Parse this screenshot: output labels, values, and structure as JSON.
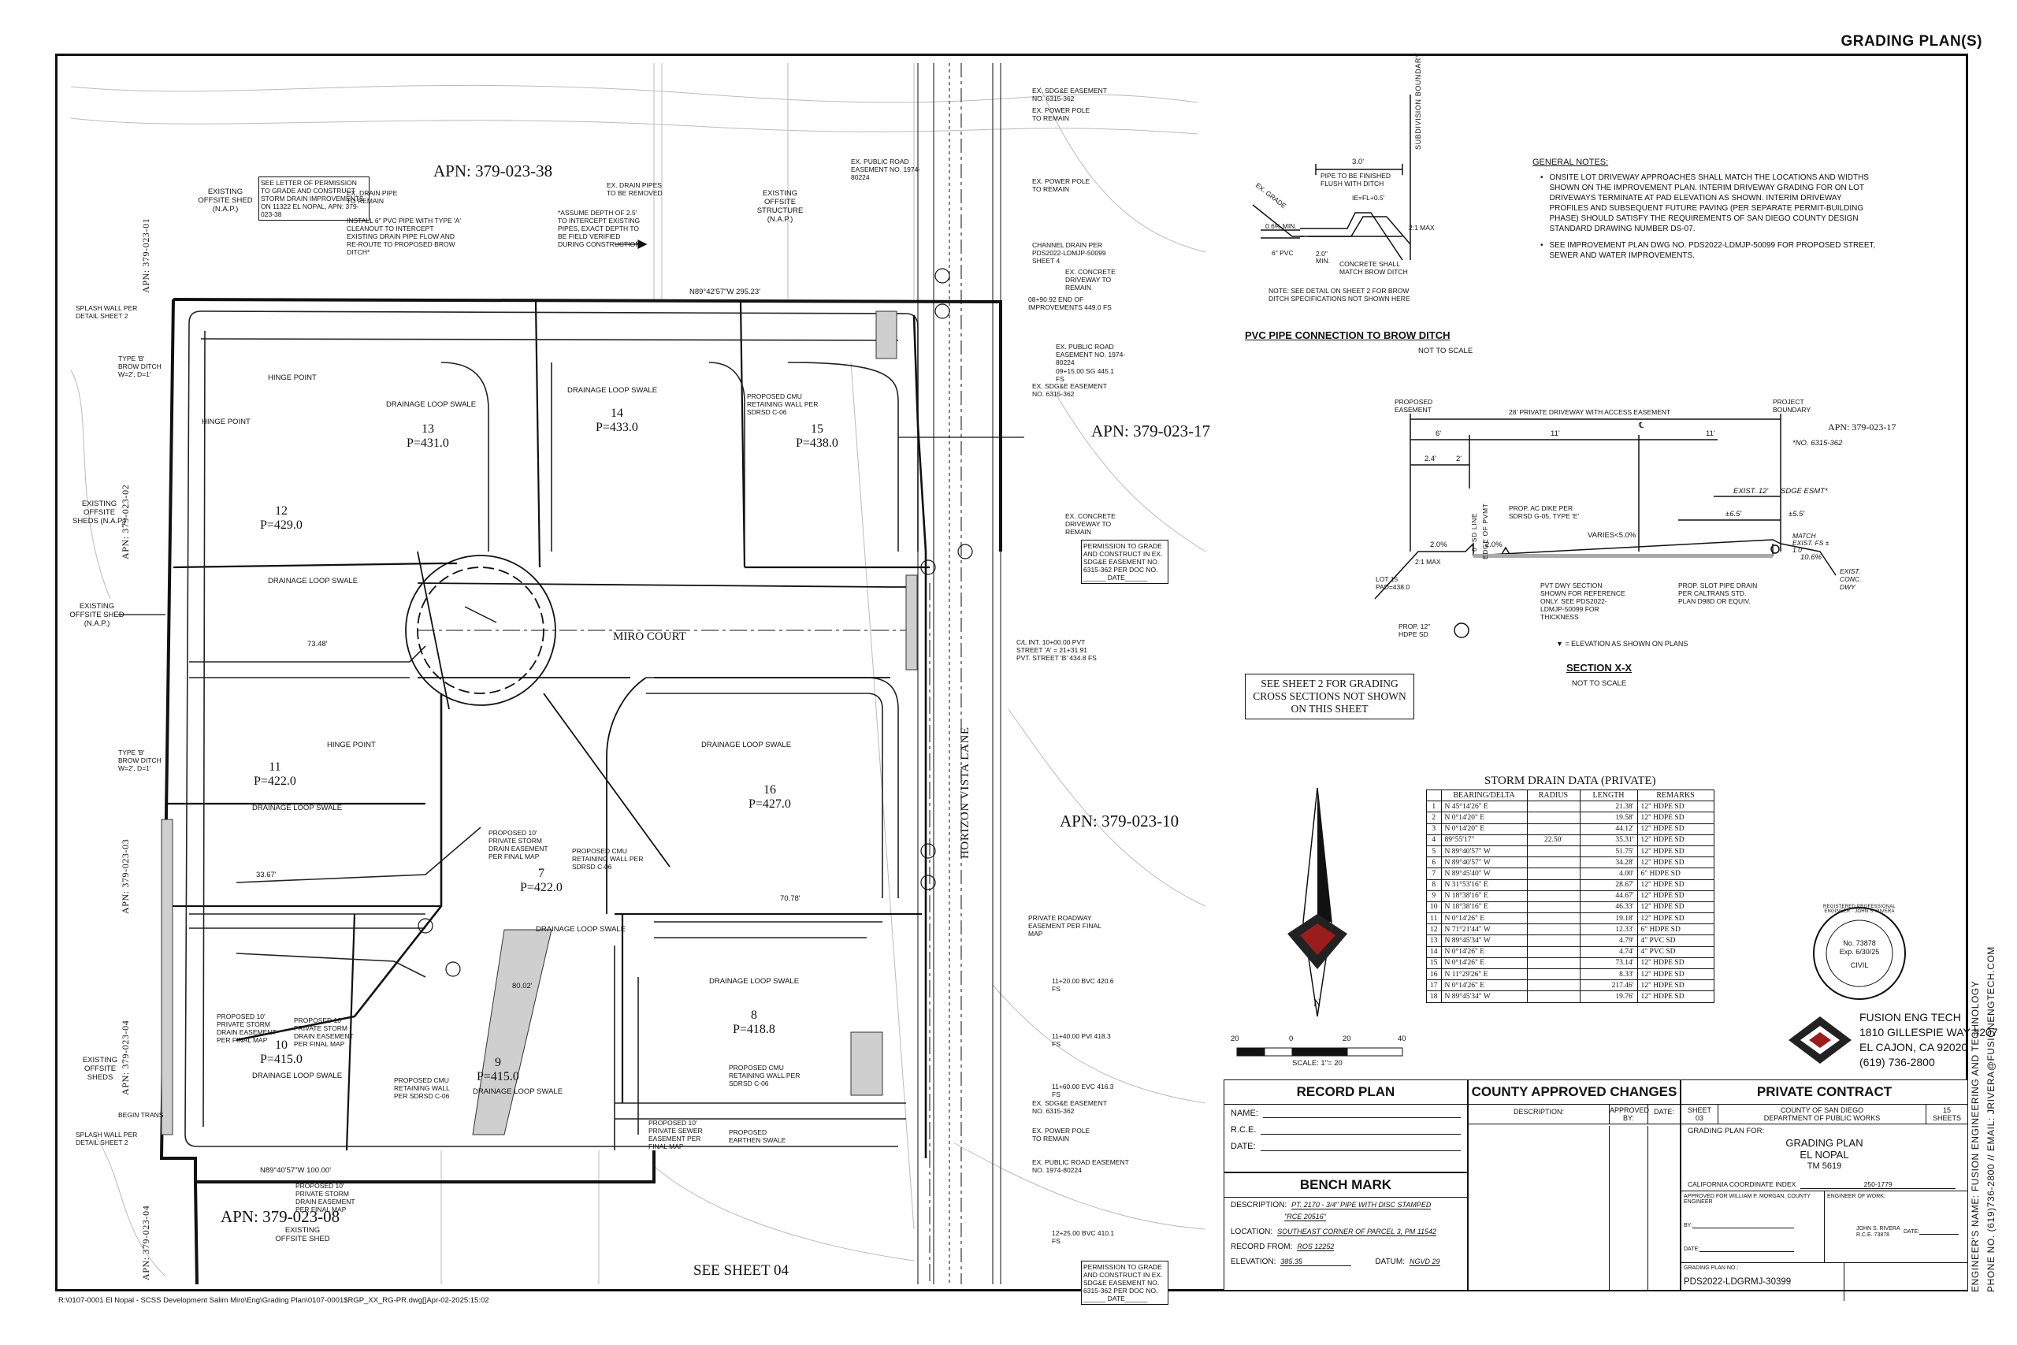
{
  "sheet_title": "GRADING PLAN(S)",
  "file_path": "R:\\0107-0001 El Nopal - SCSS Development Salim Miro\\Eng\\Grading Plan\\0107-0001$RGP_XX_RG-PR.dwg[]Apr-02-2025:15:02",
  "apns": {
    "north_left_vertical": "APN: 379-023-01",
    "north_top": "APN: 379-023-38",
    "west_1": "APN: 379-023-02",
    "west_2": "APN: 379-023-03",
    "west_3": "APN: 379-023-04",
    "west_4": "APN: 379-023-04",
    "south": "APN: 379-023-08",
    "east_17": "APN: 379-023-17",
    "east_10": "APN: 379-023-10",
    "section_apn": "APN: 379-023-17"
  },
  "lots": [
    {
      "num": "13",
      "pad": "P=431.0"
    },
    {
      "num": "14",
      "pad": "P=433.0"
    },
    {
      "num": "15",
      "pad": "P=438.0"
    },
    {
      "num": "12",
      "pad": "P=429.0"
    },
    {
      "num": "11",
      "pad": "P=422.0"
    },
    {
      "num": "7",
      "pad": "P=422.0"
    },
    {
      "num": "16",
      "pad": "P=427.0"
    },
    {
      "num": "10",
      "pad": "P=415.0"
    },
    {
      "num": "9",
      "pad": "P=415.0"
    },
    {
      "num": "8",
      "pad": "P=418.8"
    }
  ],
  "streets": {
    "miro_court": "MIRO COURT",
    "horizon_vista": "HORIZON VISTA LANE"
  },
  "see_sheet_04": "SEE SHEET 04",
  "plan_labels": {
    "existing_offsite_shed": "EXISTING OFFSITE SHED (N.A.P.)",
    "existing_offsite_structure": "EXISTING OFFSITE STRUCTURE (N.A.P.)",
    "existing_offsite_sheds": "EXISTING OFFSITE SHEDS (N.A.P.)",
    "existing_offsite_shed_2": "EXISTING OFFSITE SHED (N.A.P.)",
    "existing_offsite_sheds_sw": "EXISTING OFFSITE SHEDS",
    "existing_offsite_shed_s": "EXISTING OFFSITE SHED",
    "letter_permission": "SEE LETTER OF PERMISSION TO GRADE AND CONSTRUCT STORM DRAIN IMPROVEMENTS ON 11322 EL NOPAL, APN: 379-023-38",
    "drainage_loop_swale": "DRAINAGE LOOP SWALE",
    "hinge_point": "HINGE POINT",
    "splash_wall": "SPLASH WALL PER DETAIL SHEET 2",
    "type_b_brow": "TYPE 'B' BROW DITCH W=2', D=1'",
    "private_roadway": "PRIVATE ROADWAY EASEMENT PER FINAL MAP",
    "ex_sdge": "EX. SDG&E EASEMENT NO. 6315-362",
    "ex_power_pole": "EX. POWER POLE TO REMAIN",
    "ex_public_road": "EX. PUBLIC ROAD EASEMENT NO. 1974-80224",
    "permission_grade": "PERMISSION TO GRADE AND CONSTRUCT IN EX. SDG&E EASEMENT NO. 6315-362 PER DOC NO. ______ DATE______",
    "end_improvements": "08+90.92 END OF IMPROVEMENTS 449.0 FS",
    "sta_1": "09+15.00 SG 445.1 FS",
    "sta_2": "11+20.00 BVC 420.6 FS",
    "sta_3": "11+40.00 PVI 418.3 FS",
    "sta_4": "11+60.00 EVC 416.3 FS",
    "sta_5": "12+25.00 BVC 410.1 FS",
    "channel_drain": "CHANNEL DRAIN PER PDS2022-LDMJP-50099 SHEET 4",
    "ex_concrete_driveway": "EX. CONCRETE DRIVEWAY TO REMAIN",
    "cl_int": "C/L INT. 10+00.00 PVT STREET 'A' = 21+31.91 PVT. STREET 'B' 434.8 FS",
    "proposed_cmu": "PROPOSED CMU RETAINING WALL PER SDRSD C-06",
    "proposed_storm": "PROPOSED 10' PRIVATE STORM DRAIN EASEMENT PER FINAL MAP",
    "proposed_sewer": "PROPOSED 10' PRIVATE SEWER EASEMENT PER FINAL MAP",
    "proposed_earthen": "PROPOSED EARTHEN SWALE",
    "begin_trans": "BEGIN TRANS",
    "install_pvc": "INSTALL 6\" PVC PIPE WITH TYPE 'A' CLEANOUT TO INTERCEPT EXISTING DRAIN PIPE FLOW AND RE-ROUTE TO PROPOSED BROW DITCH*",
    "assume_depth": "*ASSUME DEPTH OF 2.5' TO INTERCEPT EXISTING PIPES, EXACT DEPTH TO BE FIELD VERIFIED DURING CONSTRUCTION",
    "ex_drain_remain": "EX. DRAIN PIPE TO REMAIN",
    "ex_drain_removed": "EX. DRAIN PIPES TO BE REMOVED",
    "dim_1": "N89°40'57\"W 100.00'",
    "dim_2": "N89°42'57\"W 295.23'",
    "dim_3": "73.48'",
    "dim_4": "33.67'",
    "dim_5": "70.78'",
    "dim_6": "80.02'"
  },
  "pipe_detail": {
    "title": "PVC PIPE CONNECTION TO BROW DITCH",
    "scale": "NOT TO SCALE",
    "subdivision_boundary": "SUBDIVISION BOUNDARY",
    "dim_3": "3.0'",
    "pipe_finished": "PIPE TO BE FINISHED FLUSH WITH DITCH",
    "ie": "IE=FL+0.5'",
    "ex_grade": "EX. GRADE",
    "min": "0.6% MIN.",
    "pvc": "6\" PVC",
    "min2": "2.0\" MIN.",
    "concrete_shall": "CONCRETE SHALL MATCH BROW DITCH",
    "max": "2:1 MAX",
    "note": "NOTE: SEE DETAIL ON SHEET 2 FOR BROW DITCH SPECIFICATIONS NOT SHOWN HERE"
  },
  "general_notes": {
    "title": "GENERAL NOTES:",
    "items": [
      "ONSITE LOT DRIVEWAY APPROACHES SHALL MATCH THE LOCATIONS AND WIDTHS SHOWN ON THE IMPROVEMENT PLAN. INTERIM DRIVEWAY GRADING FOR ON LOT DRIVEWAYS TERMINATE AT PAD ELEVATION AS SHOWN. INTERIM DRIVEWAY PROFILES AND SUBSEQUENT FUTURE PAVING (PER SEPARATE PERMIT-BUILDING PHASE) SHOULD SATISFY THE REQUIREMENTS OF SAN DIEGO COUNTY DESIGN STANDARD DRAWING NUMBER DS-07.",
      "SEE IMPROVEMENT PLAN DWG NO. PDS2022-LDMJP-50099 FOR PROPOSED STREET, SEWER AND WATER IMPROVEMENTS."
    ]
  },
  "section": {
    "title": "SECTION X-X",
    "scale": "NOT TO SCALE",
    "proposed_easement": "PROPOSED EASEMENT",
    "project_boundary": "PROJECT BOUNDARY",
    "driveway": "28' PRIVATE DRIVEWAY WITH ACCESS EASEMENT",
    "d6": "6'",
    "d11a": "11'",
    "d11b": "11'",
    "d24": "2.4'",
    "d2": "2'",
    "exist12": "EXIST. 12'",
    "sdge_esmt": "SDGE ESMT*",
    "no_6315": "*NO. 6315-362",
    "d65": "±6.5'",
    "d55": "±5.5'",
    "match": "MATCH EXIST. FS ± 1.0'",
    "pct106": "10.6%",
    "pct20a": "2.0%",
    "pct20b": "2.0%",
    "varies": "VARIES<5.0%",
    "ac_dike": "PROP. AC DIKE PER SDRSD G-05, TYPE 'E'",
    "lot15": "LOT 15 PAD=438.0",
    "slope": "2:1 MAX",
    "sd_line": "6\" SD LINE",
    "edge_pvmt": "EDGE OF PVMT",
    "pvt_dwy": "PVT DWY SECTION SHOWN FOR REFERENCE ONLY. SEE PDS2022-LDMJP-50099 FOR THICKNESS",
    "slot_drain": "PROP. SLOT PIPE DRAIN PER CALTRANS STD. PLAN D98D OR EQUIV.",
    "exist_conc": "EXIST. CONC. DWY",
    "hdpe": "PROP. 12\" HDPE SD",
    "legend": "= ELEVATION AS SHOWN ON PLANS"
  },
  "see_sheet_2": "SEE SHEET 2 FOR GRADING CROSS SECTIONS NOT SHOWN ON THIS SHEET",
  "storm_drain": {
    "title": "STORM DRAIN DATA (PRIVATE)",
    "headers": [
      "",
      "BEARING/DELTA",
      "RADIUS",
      "LENGTH",
      "REMARKS"
    ],
    "rows": [
      [
        "1",
        "N 45°14'26\" E",
        "",
        "21.38'",
        "12\" HDPE SD"
      ],
      [
        "2",
        "N 0°14'20\" E",
        "",
        "19.58'",
        "12\" HDPE SD"
      ],
      [
        "3",
        "N 0°14'20\" E",
        "",
        "44.12'",
        "12\" HDPE SD"
      ],
      [
        "4",
        "89°55'17\"",
        "22.50'",
        "35.31'",
        "12\" HDPE SD"
      ],
      [
        "5",
        "N 89°40'57\" W",
        "",
        "51.75'",
        "12\" HDPE SD"
      ],
      [
        "6",
        "N 89°40'57\" W",
        "",
        "34.28'",
        "12\" HDPE SD"
      ],
      [
        "7",
        "N 89°45'40\" W",
        "",
        "4.00'",
        "6\" HDPE SD"
      ],
      [
        "8",
        "N 31°53'16\" E",
        "",
        "28.67'",
        "12\" HDPE SD"
      ],
      [
        "9",
        "N 18°38'16\" E",
        "",
        "44.67'",
        "12\" HDPE SD"
      ],
      [
        "10",
        "N 18°38'16\" E",
        "",
        "46.33'",
        "12\" HDPE SD"
      ],
      [
        "11",
        "N 0°14'26\" E",
        "",
        "19.18'",
        "12\" HDPE SD"
      ],
      [
        "12",
        "N 71°21'44\" W",
        "",
        "12.33'",
        "6\" HDPE SD"
      ],
      [
        "13",
        "N 89°45'34\" W",
        "",
        "4.79'",
        "4\" PVC SD"
      ],
      [
        "14",
        "N 0°14'26\" E",
        "",
        "4.74'",
        "4\" PVC SD"
      ],
      [
        "15",
        "N 0°14'26\" E",
        "",
        "73.14'",
        "12\" HDPE SD"
      ],
      [
        "16",
        "N 11°29'26\" E",
        "",
        "8.33'",
        "12\" HDPE SD"
      ],
      [
        "17",
        "N 0°14'26\" E",
        "",
        "217.46'",
        "12\" HDPE SD"
      ],
      [
        "18",
        "N 89°45'34\" W",
        "",
        "19.76'",
        "12\" HDPE SD"
      ]
    ]
  },
  "north_arrow": "N",
  "scale_bar": {
    "labels": [
      "20",
      "0",
      "20",
      "40"
    ],
    "caption": "SCALE: 1\"= 20"
  },
  "seal": {
    "no": "No. 73878",
    "exp": "Exp. 6/30/25",
    "civil": "CIVIL",
    "ring": "REGISTERED PROFESSIONAL ENGINEER · JOHN S. RIVERA"
  },
  "company": {
    "name": "FUSION ENG TECH",
    "addr1": "1810 GILLESPIE WAY #207",
    "addr2": "EL CAJON, CA 92020",
    "phone": "(619) 736-2800"
  },
  "vertical_info": {
    "line1": "ENGINEER'S NAME: FUSION ENGINEERING AND TECHNOLOGY",
    "line2": "PHONE NO. (619)736-2800 // EMAIL: JRIVERA@FUSIONENGTECH.COM"
  },
  "record_plan": {
    "title": "RECORD PLAN",
    "name": "NAME:",
    "rce": "R.C.E.",
    "date": "DATE:"
  },
  "bench_mark": {
    "title": "BENCH MARK",
    "description_label": "DESCRIPTION:",
    "description": "PT. 2170 - 3/4\" PIPE WITH DISC STAMPED",
    "description2": "\"RCE 20516\"",
    "location_label": "LOCATION:",
    "location": "SOUTHEAST CORNER OF PARCEL 3, PM 11542",
    "record_label": "RECORD FROM:",
    "record": "ROS 12252",
    "elev_label": "ELEVATION:",
    "elev": "385.35",
    "datum_label": "DATUM:",
    "datum": "NGVD 29"
  },
  "county_changes": {
    "title": "COUNTY APPROVED CHANGES",
    "description": "DESCRIPTION:",
    "approved": "APPROVED BY:",
    "date": "DATE:"
  },
  "private_contract": {
    "title": "PRIVATE CONTRACT",
    "sheet_label": "SHEET",
    "sheet": "03",
    "county1": "COUNTY OF SAN DIEGO",
    "county2": "DEPARTMENT OF PUBLIC WORKS",
    "sheets": "15",
    "sheets_label": "SHEETS",
    "plan_for": "GRADING PLAN FOR:",
    "plan1": "GRADING PLAN",
    "plan2": "EL NOPAL",
    "plan3": "TM 5619",
    "coord_label": "CALIFORNIA COORDINATE INDEX",
    "coord": "250-1779",
    "approved_for": "APPROVED FOR WILLIAM P. MORGAN, COUNTY ENGINEER",
    "eng_of_work": "ENGINEER OF WORK:",
    "by": "BY:",
    "date": "DATE:",
    "engineer": "JOHN S. RIVERA",
    "rce": "R.C.E. 73878",
    "grading_no_label": "GRADING PLAN NO.:",
    "grading_no": "PDS2022-LDGRMJ-30399"
  }
}
